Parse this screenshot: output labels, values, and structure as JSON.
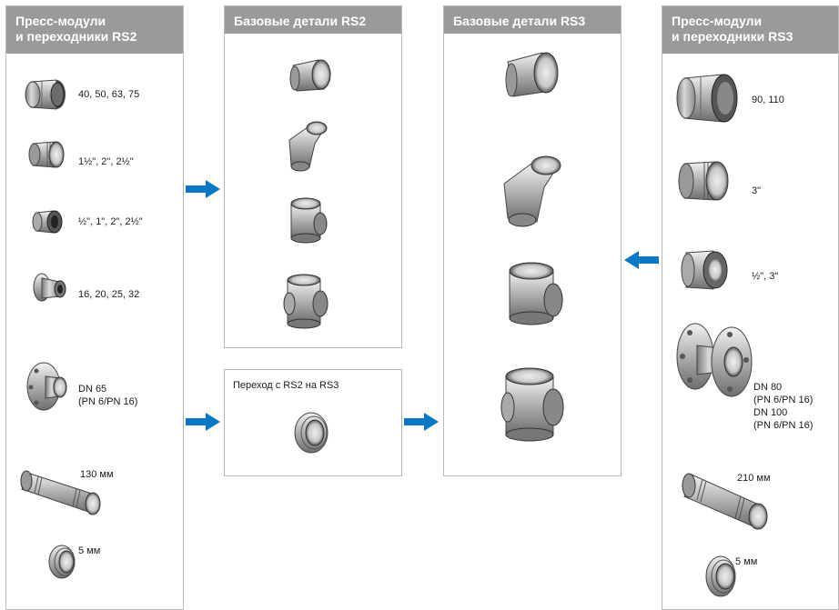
{
  "panels": {
    "rs2_modules": {
      "title_line1": "Пресс-модули",
      "title_line2": "и переходники RS2",
      "labels": [
        "40, 50, 63, 75",
        "1½\", 2\", 2½\"",
        "½\", 1\", 2\", 2½\"",
        "16, 20, 25, 32",
        "DN 65",
        "(PN 6/PN 16)",
        "130 мм",
        "5 мм"
      ]
    },
    "rs2_base": {
      "title": "Базовые детали RS2"
    },
    "transition": {
      "title": "Переход с RS2 на RS3"
    },
    "rs3_base": {
      "title": "Базовые детали RS3"
    },
    "rs3_modules": {
      "title_line1": "Пресс-модули",
      "title_line2": "и переходники RS3",
      "labels": [
        "90, 110",
        "3\"",
        "½\", 3\"",
        "DN 80",
        "(PN 6/PN 16)",
        "DN 100",
        "(PN 6/PN 16)",
        "210 мм",
        "5 мм"
      ]
    }
  },
  "colors": {
    "header_bg": "#9a9a9a",
    "arrow": "#0a78c3",
    "panel_border": "#b8b8b8"
  },
  "icons": {
    "arrow_right": "arrow-right-icon",
    "arrow_left": "arrow-left-icon"
  }
}
